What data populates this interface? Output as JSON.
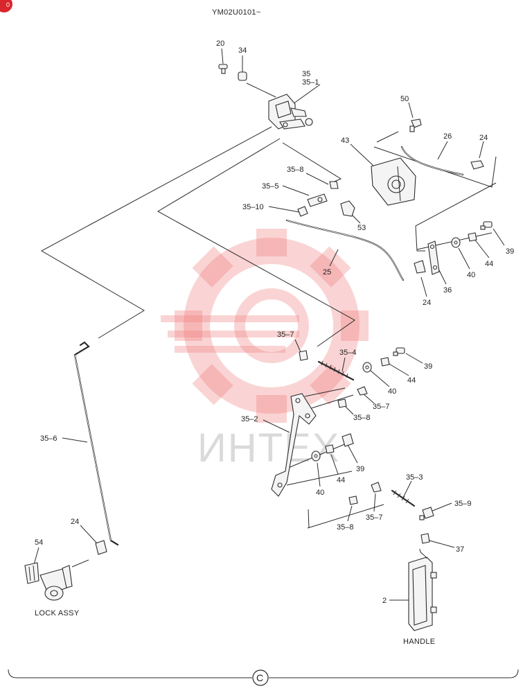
{
  "header": {
    "model_code": "YM02U0101~"
  },
  "watermark": {
    "text": "ИНТЕХ",
    "color": "#f07a7a"
  },
  "corner_badge": {
    "text": "0",
    "color": "#d9262c"
  },
  "part_labels": [
    {
      "id": "20",
      "text": "20"
    },
    {
      "id": "34",
      "text": "34"
    },
    {
      "id": "35",
      "text": "35"
    },
    {
      "id": "35-1",
      "text": "35–1"
    },
    {
      "id": "50",
      "text": "50"
    },
    {
      "id": "43",
      "text": "43"
    },
    {
      "id": "26",
      "text": "26"
    },
    {
      "id": "24a",
      "text": "24"
    },
    {
      "id": "35-8a",
      "text": "35–8"
    },
    {
      "id": "35-5",
      "text": "35–5"
    },
    {
      "id": "35-10",
      "text": "35–10"
    },
    {
      "id": "53",
      "text": "53"
    },
    {
      "id": "39a",
      "text": "39"
    },
    {
      "id": "44a",
      "text": "44"
    },
    {
      "id": "40a",
      "text": "40"
    },
    {
      "id": "36",
      "text": "36"
    },
    {
      "id": "24b",
      "text": "24"
    },
    {
      "id": "25",
      "text": "25"
    },
    {
      "id": "35-7a",
      "text": "35–7"
    },
    {
      "id": "35-4",
      "text": "35–4"
    },
    {
      "id": "39b",
      "text": "39"
    },
    {
      "id": "44b",
      "text": "44"
    },
    {
      "id": "40b",
      "text": "40"
    },
    {
      "id": "35-7b",
      "text": "35–7"
    },
    {
      "id": "35-8b",
      "text": "35–8"
    },
    {
      "id": "35-2",
      "text": "35–2"
    },
    {
      "id": "39c",
      "text": "39"
    },
    {
      "id": "44c",
      "text": "44"
    },
    {
      "id": "40c",
      "text": "40"
    },
    {
      "id": "35-6",
      "text": "35–6"
    },
    {
      "id": "35-3",
      "text": "35–3"
    },
    {
      "id": "35-9",
      "text": "35–9"
    },
    {
      "id": "35-7c",
      "text": "35–7"
    },
    {
      "id": "35-8c",
      "text": "35–8"
    },
    {
      "id": "24c",
      "text": "24"
    },
    {
      "id": "54",
      "text": "54"
    },
    {
      "id": "37",
      "text": "37"
    },
    {
      "id": "2",
      "text": "2"
    }
  ],
  "assembly_captions": {
    "lock": "LOCK ASSY",
    "handle": "HANDLE"
  },
  "footer": {
    "section_mark": "C"
  }
}
